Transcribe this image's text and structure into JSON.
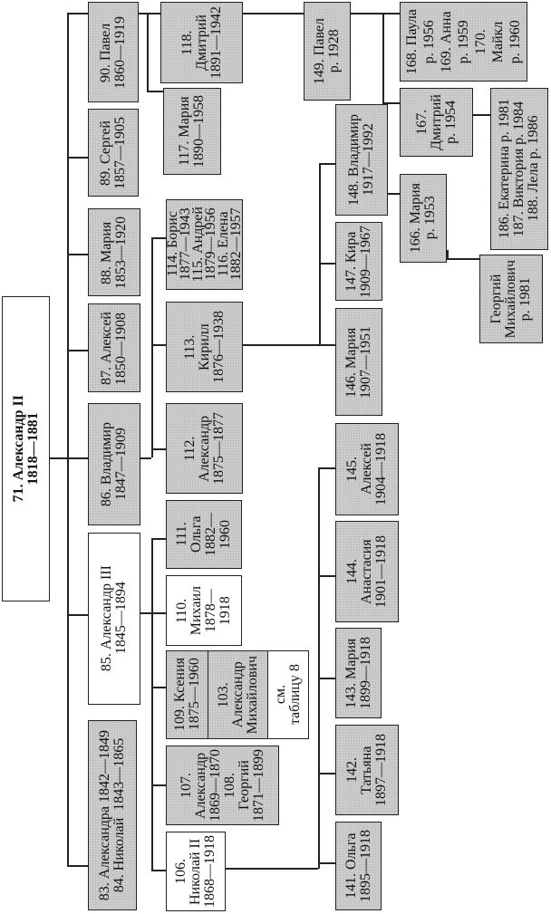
{
  "persons": {
    "p71": "71. Александр II\n1818—1881",
    "p90": "90. Павел\n1860—1919",
    "p89": "89. Сергей\n1857—1905",
    "p88": "88. Мария\n1853—1920",
    "p87": "87. Алексей\n1850—1908",
    "p86": "86. Владимир\n1847—1909",
    "p85": "85. Александр III\n1845—1894",
    "p83_84": "83. Александра 1842—1849\n84. Николай  1843—1865",
    "p118": "118.\nДмитрий\n1891—1942",
    "p117": "117. Мария\n1890—1958",
    "p114_116": "114. Борис\n1877—1943\n115. Андрей\n1879—1956\n116. Елена\n1882—1957",
    "p113": "113.\nКирилл\n1876—1938",
    "p112": "112.\nАлександр\n1875—1877",
    "p111": "111.\nОльга\n1882—\n1960",
    "p110": "110.\nМихаил\n1878—\n1918",
    "p109": "109. Ксения\n1875—1960",
    "p103": "103.\nАлександр\nМихайлович",
    "see_table": "см.\nтаблицу 8",
    "p107_108": "107.\nАлександр\n1869—1870\n108.\nГеоргий\n1871—1899",
    "p106": "106.\nНиколай II\n1868—1918",
    "p149": "149. Павел\nр. 1928",
    "p148": "148. Владимир\n1917—1992",
    "p147": "147. Кира\n1909—1967",
    "p146": "146. Мария\n1907—1951",
    "p145": "145.\nАлексей\n1904—1918",
    "p144": "144.\nАнастасия\n1901—1918",
    "p143": "143. Мария\n1899—1918",
    "p142": "142.\nТатьяна\n1897—1918",
    "p141": "141. Ольга\n1895—1918",
    "p168_170": "168. Паула\nр. 1956\n169. Анна\nр. 1959\n170.\nМайкл\nр. 1960",
    "p167": "167.\nДмитрий\nр. 1954",
    "p166": "166. Мария\nр. 1953",
    "p186_188": "186. Екатерина р. 1981\n187. Виктория р. 1984\n188. Лела р. 1986",
    "georgiy": "Георгий\nМихайлович\nр. 1981"
  }
}
